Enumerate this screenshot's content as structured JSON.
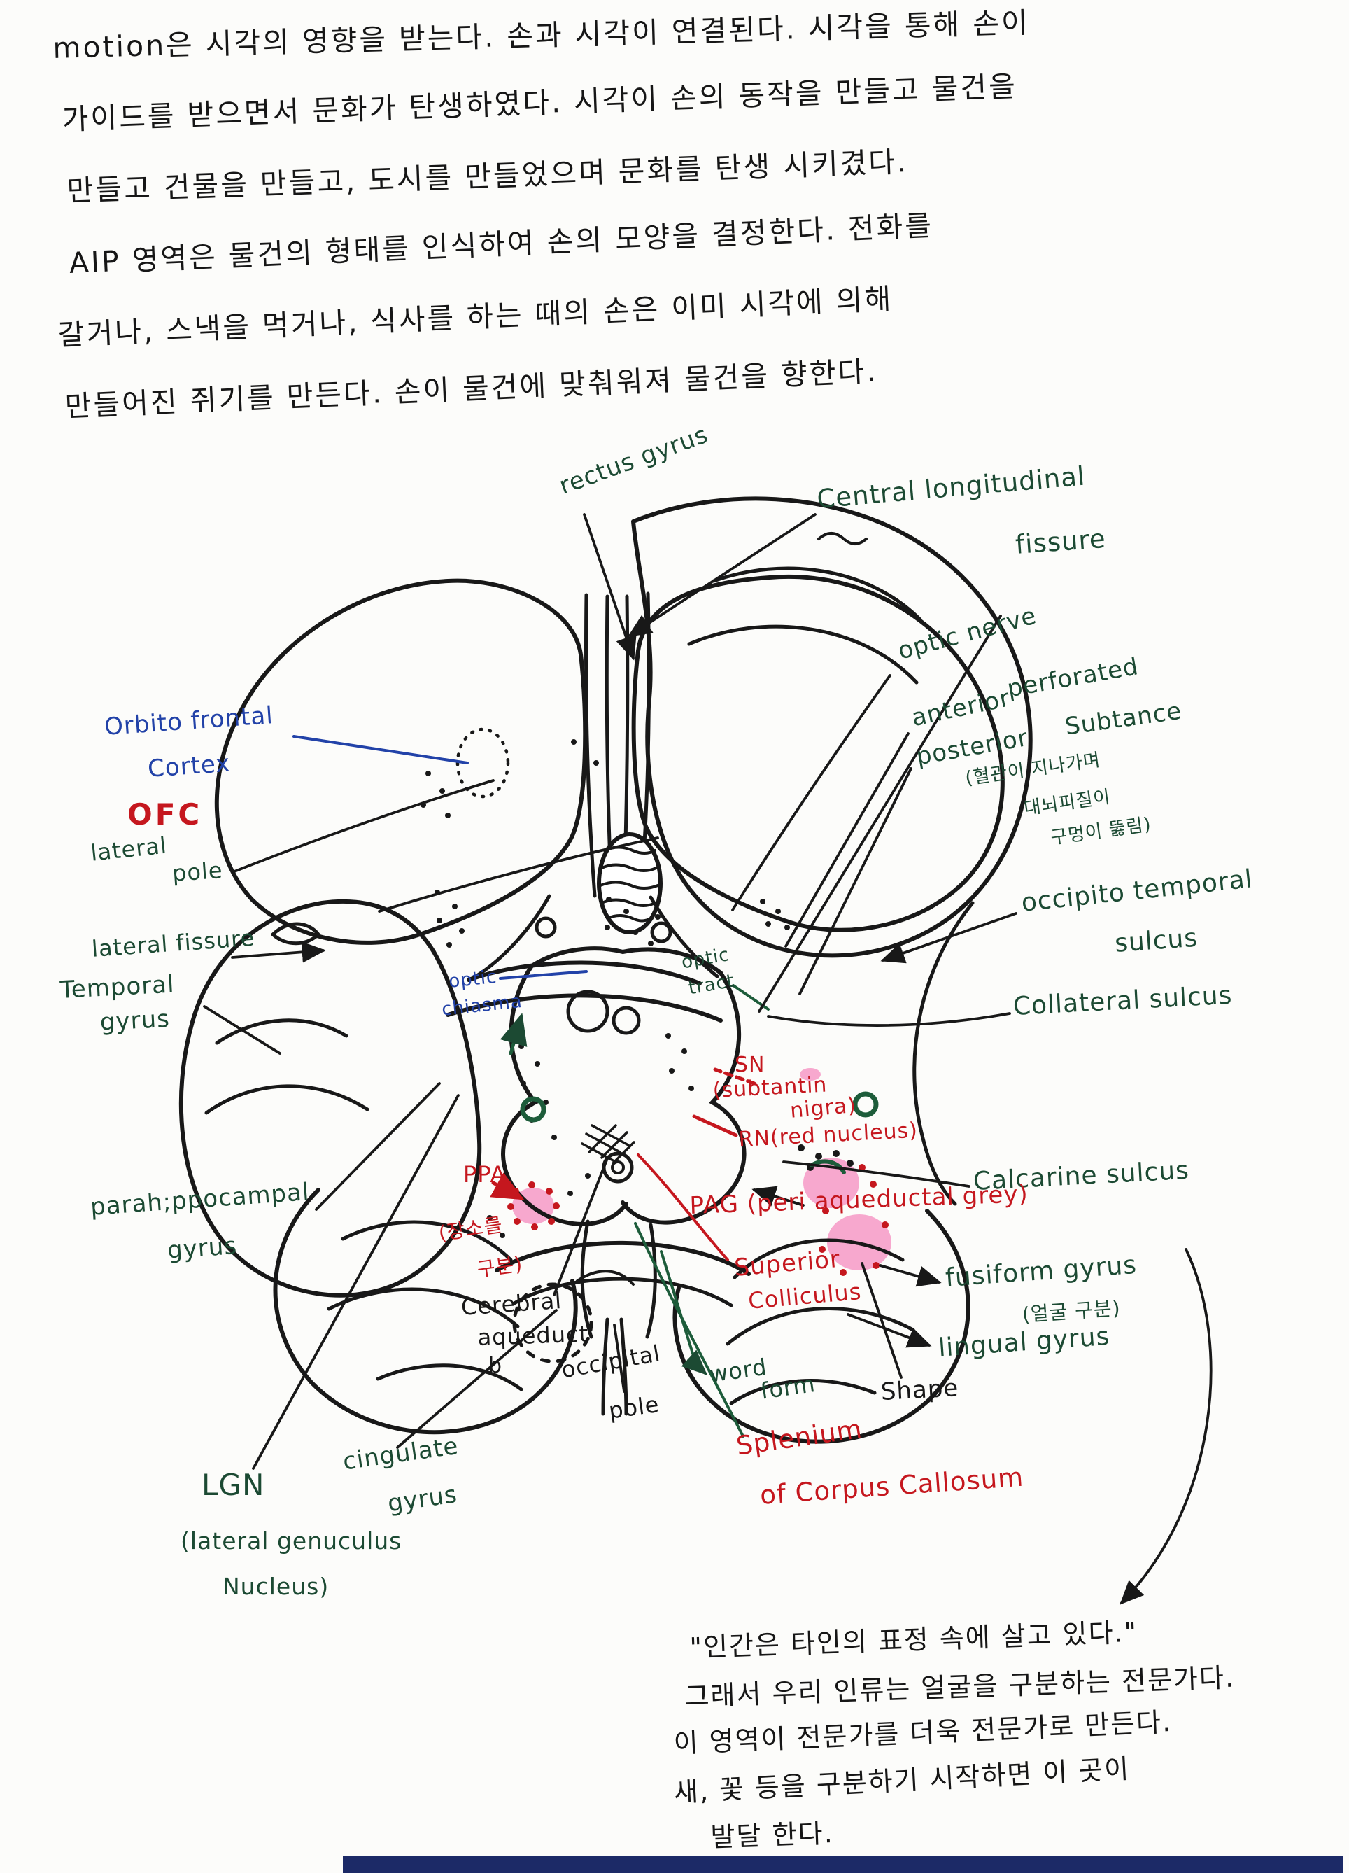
{
  "top_notes": {
    "lines": [
      "motion은 시각의 영향을 받는다. 손과 시각이 연결된다. 시각을 통해 손이",
      "가이드를 받으면서 문화가 탄생하였다. 시각이 손의 동작을 만들고 물건을",
      "만들고 건물을 만들고, 도시를 만들었으며 문화를 탄생 시키겼다.",
      "AIP 영역은 물건의 형태를 인식하여 손의 모양을 결정한다. 전화를",
      "갈거나, 스낵을 먹거나, 식사를 하는 때의 손은 이미 시각에 의해",
      "만들어진 쥐기를 만든다. 손이 물건에 맞춰워져 물건을 향한다."
    ]
  },
  "bottom_notes": {
    "lines": [
      "\"인간은 타인의 표정 속에 살고 있다.\"",
      "그래서 우리 인류는 얼굴을 구분하는 전문가다.",
      "이 영역이 전문가를 더욱 전문가로 만든다.",
      "새, 꽃 등을 구분하기 시작하면 이 곳이",
      "발달 한다."
    ]
  },
  "diagram": {
    "labels": {
      "rectus_gyrus": "rectus gyrus",
      "central_longitudinal": "Central longitudinal",
      "fissure": "fissure",
      "optic_nerve": "optic nerve",
      "anterior": "anterior",
      "perforated": "perforated",
      "substance": "Subtance",
      "posterior": "posterior",
      "perforated_note_1": "(혈관이 지나가며",
      "perforated_note_2": "대뇌피질이",
      "perforated_note_3": "구멍이 뚫림)",
      "occipito_temporal": "occipito temporal",
      "occipito_sulcus": "sulcus",
      "collateral_sulcus": "Collateral sulcus",
      "calcarine_sulcus": "Calcarine sulcus",
      "fusiform_gyrus": "fusiform gyrus",
      "fusiform_note": "(얼굴 구분)",
      "lingual_gyrus": "lingual gyrus",
      "shape": "Shape",
      "word": "word",
      "form": "form",
      "superior": "Superior",
      "colliculus": "Colliculus",
      "pag": "PAG (peri aqueductal grey)",
      "sn": "SN",
      "sn_sub": "(subtantin",
      "sn_nigra": "nigra)",
      "rn": "RN(red nucleus)",
      "ppa": "PPA",
      "ppa_note_1": "(장소를",
      "ppa_note_2": "구분)",
      "cerebral": "Cerebral",
      "aqueduct": "aqueduct",
      "aqueduct_b": "b",
      "occipital": "occipital",
      "pole_label": "pole",
      "cingulate": "cingulate",
      "cingulate_gyrus": "gyrus",
      "splenium": "Splenium",
      "splenium_2": "of Corpus Callosum",
      "lgn": "LGN",
      "lgn_2": "(lateral genuculus",
      "lgn_3": "Nucleus)",
      "parahippocampal": "parah;ppocampal",
      "parahippocampal_gyrus": "gyrus",
      "orbito_1": "Orbito frontal",
      "orbito_2": "Cortex",
      "ofc": "OFC",
      "lateral": "lateral",
      "pole": "pole",
      "lateral_fissure": "lateral fissure",
      "temporal_1": "Temporal",
      "temporal_2": "gyrus",
      "optic_1": "optic",
      "chiasma": "chiasma",
      "tract_optic": "optic",
      "tract": "tract"
    },
    "colors": {
      "ink_black": "#181818",
      "ink_green": "#1c4a33",
      "ink_blue": "#2242a8",
      "ink_red": "#c5171e",
      "highlight_pink": "#f7a8ce",
      "footer_navy": "#1c2a67"
    }
  }
}
